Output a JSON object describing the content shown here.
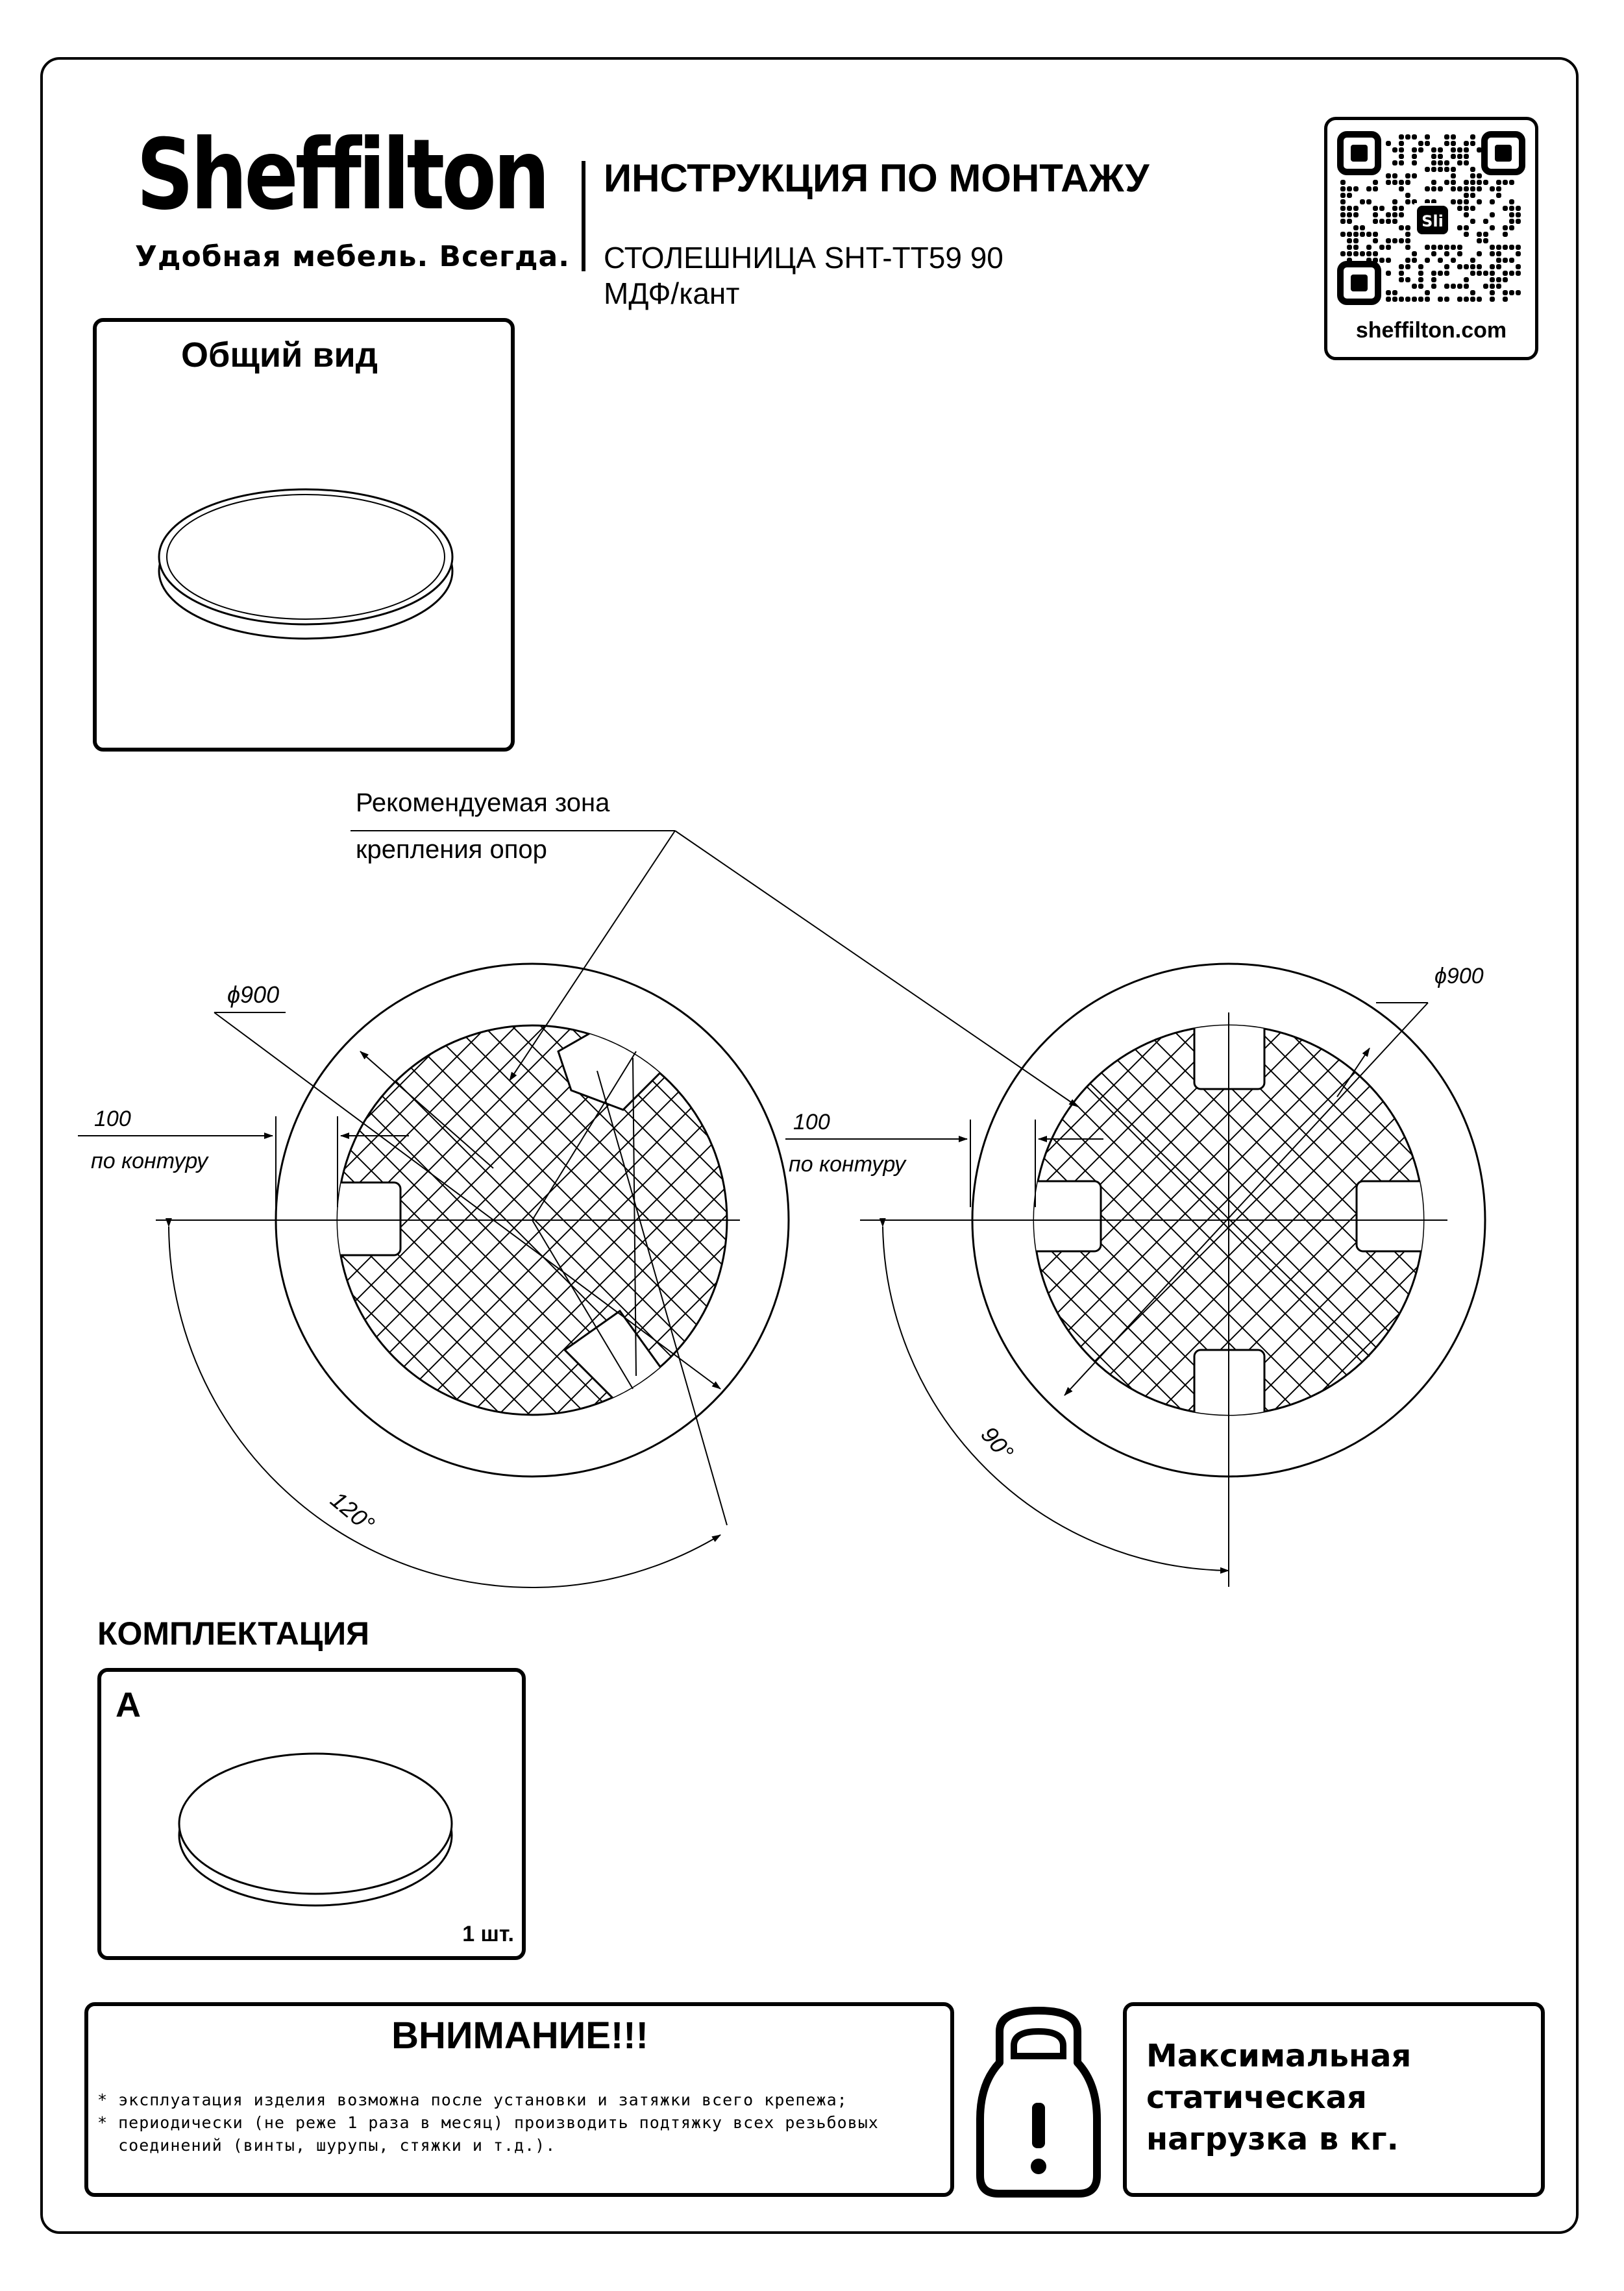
{
  "header": {
    "logo_name": "Sheffilton",
    "logo_tagline": "Удобная мебель. Всегда.",
    "title": "ИНСТРУКЦИЯ ПО МОНТАЖУ",
    "product": "СТОЛЕШНИЦА SHT-TT59 90",
    "material": "МДФ/кант"
  },
  "qr": {
    "center_badge": "Sli",
    "url": "sheffilton.com"
  },
  "general_view": {
    "title": "Общий вид"
  },
  "diagram": {
    "zone_label_line1": "Рекомендуемая зона",
    "zone_label_line2": "крепления опор",
    "left": {
      "diameter": "ϕ900",
      "offset": "100",
      "offset_note": "по контуру",
      "angle": "120°"
    },
    "right": {
      "diameter": "ϕ900",
      "offset": "100",
      "offset_note": "по контуру",
      "angle": "90°"
    }
  },
  "kit": {
    "title": "КОМПЛЕКТАЦИЯ",
    "item_letter": "А",
    "item_qty": "1 шт."
  },
  "warning": {
    "title": "ВНИМАНИЕ!!!",
    "items": [
      "* эксплуатация изделия возможна после установки и затяжки всего крепежа;",
      "* периодически (не реже 1 раза в месяц) производить подтяжку всех резьбовых",
      "  соединений (винты, шурупы, стяжки и т.д.)."
    ]
  },
  "load": {
    "line1": "Максимальная",
    "line2": "статическая",
    "line3": "нагрузка в кг."
  }
}
